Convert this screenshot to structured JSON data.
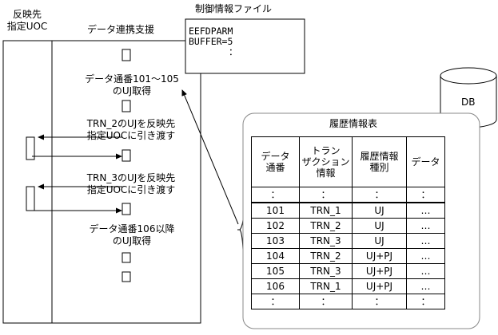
{
  "labels": {
    "target_uoc": [
      "反映先",
      "指定UOC"
    ],
    "support": "データ連携支援",
    "control_file_title": "制御情報ファイル",
    "control_file_lines": [
      "EEFDPARM",
      "BUFFER=5",
      "："
    ],
    "step1": [
      "データ通番101～105",
      "のUJ取得"
    ],
    "step2": [
      "TRN_2のUJを反映先",
      "指定UOCに引き渡す"
    ],
    "step3": [
      "TRN_3のUJを反映先",
      "指定UOCに引き渡す"
    ],
    "step4": [
      "データ通番106以降",
      "のUJ取得"
    ],
    "db": "DB",
    "history_title": "履歴情報表"
  },
  "table": {
    "headers": [
      "データ\n通番",
      "トラン\nザクション\n情報",
      "履歴情報\n種別",
      "データ"
    ],
    "rows": [
      [
        "：",
        "：",
        "：",
        "："
      ],
      [
        "101",
        "TRN_1",
        "UJ",
        "…"
      ],
      [
        "102",
        "TRN_2",
        "UJ",
        "…"
      ],
      [
        "103",
        "TRN_3",
        "UJ",
        "…"
      ],
      [
        "104",
        "TRN_2",
        "UJ+PJ",
        "…"
      ],
      [
        "105",
        "TRN_3",
        "UJ+PJ",
        "…"
      ],
      [
        "106",
        "TRN_1",
        "UJ+PJ",
        "…"
      ],
      [
        "：",
        "：",
        "：",
        "："
      ]
    ]
  }
}
